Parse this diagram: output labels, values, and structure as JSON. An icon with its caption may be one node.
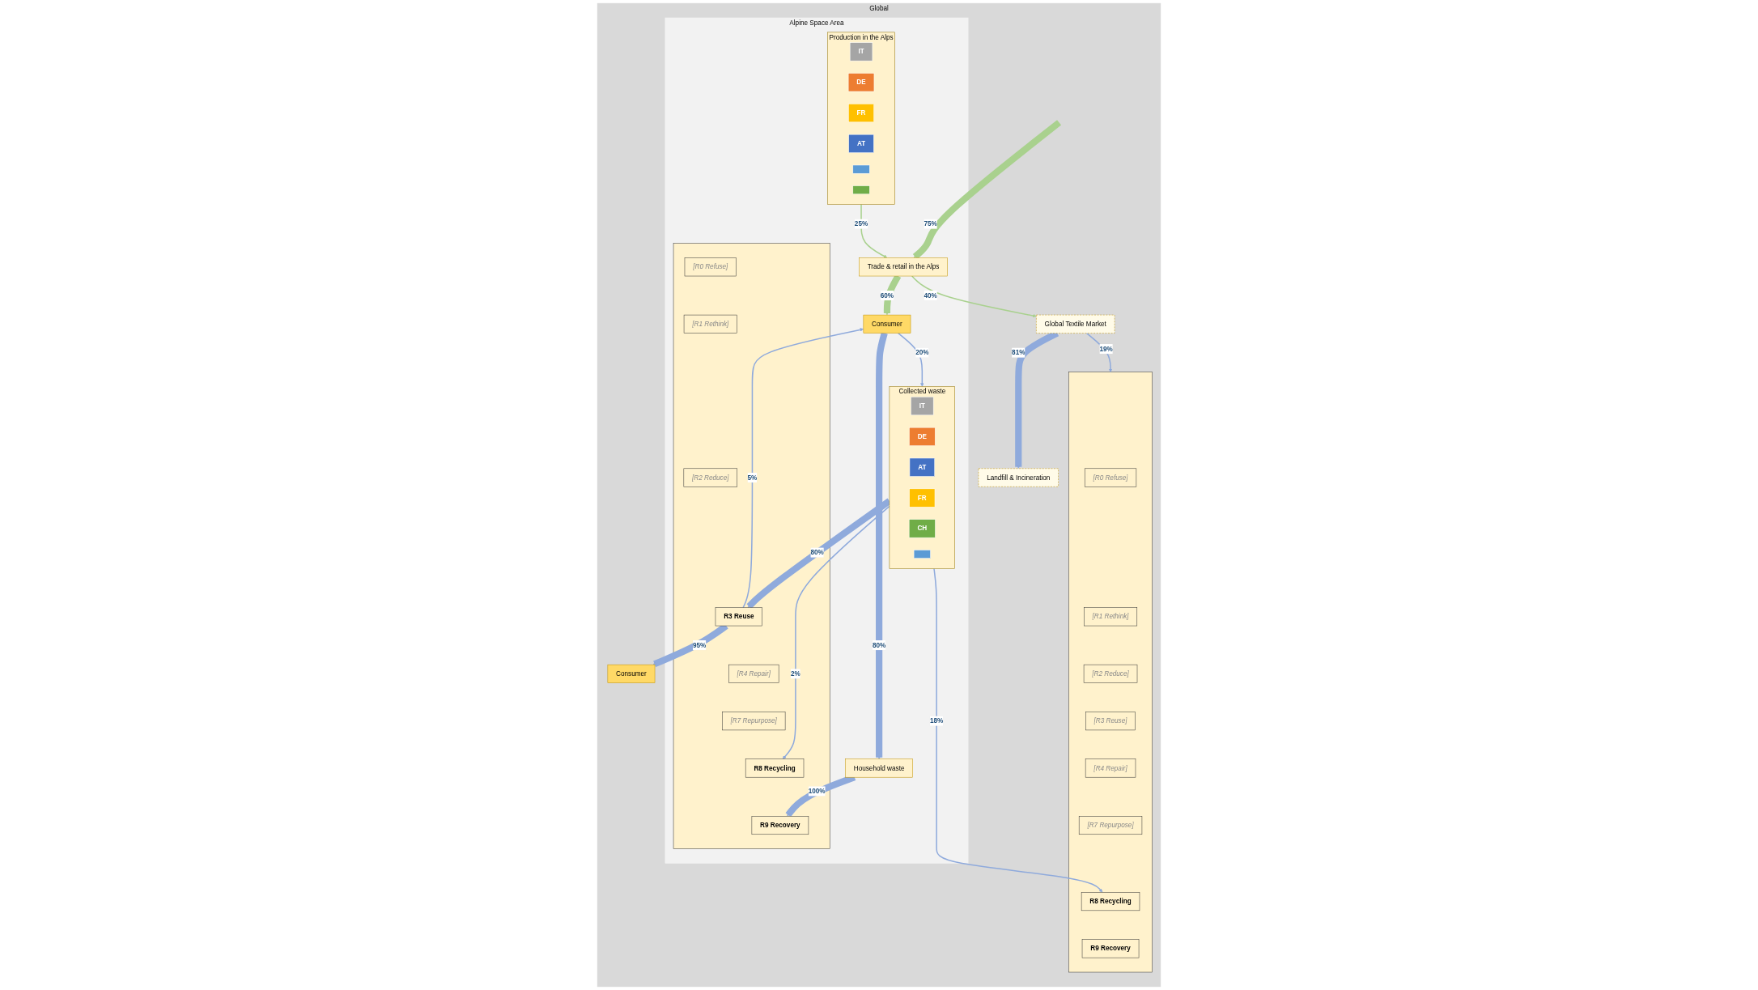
{
  "diagram": {
    "nodes": [
      {
        "text": [
          "Global"
        ]
      },
      {
        "text": [
          "Global Textile Market"
        ],
        "in": 0
      },
      {
        "text": [],
        "shape": "box",
        "in": 0
      },
      {
        "text": [
          "[R0 Refuse]"
        ],
        "in": 2
      },
      {
        "text": [
          "[R1 Rethink]"
        ],
        "in": 2
      },
      {
        "text": [
          "[R2 Reduce]"
        ],
        "in": 2
      },
      {
        "text": [
          "[R3 Reuse]"
        ],
        "in": 2
      },
      {
        "text": [
          "[R4 Repair]"
        ],
        "in": 2
      },
      {
        "text": [
          "[R7 Repurpose]"
        ],
        "in": 2
      },
      {
        "text": [
          "R8 Recycling"
        ],
        "in": 2
      },
      {
        "text": [
          "R9 Recovery"
        ],
        "in": 2
      },
      {
        "text": [
          "Alpine Space Area"
        ],
        "in": 0
      },
      {
        "text": [
          "Trade & retail in the Alps"
        ],
        "in": 11
      },
      {
        "text": [
          "Consumer"
        ],
        "in": 11
      },
      {
        "text": [
          "Collected waste"
        ],
        "in": 11
      },
      {
        "text": [
          "IT"
        ],
        "in": 14
      },
      {
        "text": [
          "DE"
        ],
        "in": 14
      },
      {
        "text": [
          "AT"
        ],
        "in": 14
      },
      {
        "text": [
          "FR"
        ],
        "in": 14
      },
      {
        "text": [
          "CH"
        ],
        "in": 14
      },
      {
        "text": [],
        "shape": "box",
        "in": 14
      },
      {
        "text": [
          "Household waste"
        ],
        "in": 11
      },
      {
        "text": [],
        "shape": "box",
        "in": 11
      },
      {
        "text": [
          "[R0 Refuse]"
        ],
        "in": 22
      },
      {
        "text": [
          "[R1 Rethink]"
        ],
        "in": 22
      },
      {
        "text": [
          "[R2 Reduce]"
        ],
        "in": 22
      },
      {
        "text": [
          "R3 Reuse"
        ],
        "in": 22
      },
      {
        "text": [
          "[R4 Repair]"
        ],
        "in": 22
      },
      {
        "text": [
          "[R7 Repurpose]"
        ],
        "in": 22
      },
      {
        "text": [
          "R8 Recycling"
        ],
        "in": 22
      },
      {
        "text": [
          "R9 Recovery"
        ],
        "in": 22
      },
      {
        "text": [
          "Consumer"
        ],
        "in": 0
      },
      {
        "text": [
          "Production in the Alps"
        ],
        "in": 11
      },
      {
        "text": [
          "IT"
        ],
        "in": 32
      },
      {
        "text": [
          "DE"
        ],
        "in": 32
      },
      {
        "text": [
          "FR"
        ],
        "in": 32
      },
      {
        "text": [
          "AT"
        ],
        "in": 32
      },
      {
        "text": [],
        "shape": "box",
        "in": 32
      },
      {
        "text": [],
        "shape": "box",
        "in": 32
      },
      {
        "text": [
          "Landfill & Incineration"
        ],
        "in": 0
      }
    ],
    "edges": [
      {
        "from": null,
        "to": 12,
        "arrow": "to",
        "label": "75%",
        "style": "thick",
        "color": "#a9d18e"
      },
      {
        "from": 32,
        "to": 12,
        "arrow": "to",
        "label": "25%",
        "color": "#a9d18e"
      },
      {
        "from": 12,
        "to": 13,
        "arrow": "to",
        "label": "60%",
        "style": "thick",
        "color": "#a9d18e"
      },
      {
        "from": 12,
        "to": 1,
        "arrow": "to",
        "label": "40%",
        "color": "#a9d18e"
      },
      {
        "from": 13,
        "to": 14,
        "arrow": "to",
        "label": "20%"
      },
      {
        "from": 13,
        "to": 21,
        "arrow": "to",
        "label": "80%",
        "style": "thick"
      },
      {
        "from": 14,
        "to": 26,
        "arrow": "to",
        "label": "80%",
        "style": "thick"
      },
      {
        "from": 14,
        "to": 29,
        "arrow": "to",
        "label": "2%"
      },
      {
        "from": 14,
        "to": 9,
        "arrow": "to",
        "label": "18%"
      },
      {
        "from": 21,
        "to": 30,
        "arrow": "to",
        "label": "100%",
        "style": "thick"
      },
      {
        "from": 26,
        "to": 31,
        "arrow": "to",
        "label": "95%",
        "style": "thick"
      },
      {
        "from": 26,
        "to": 13,
        "arrow": "to",
        "label": "5%"
      },
      {
        "from": 1,
        "to": 39,
        "arrow": "to",
        "label": "81%",
        "style": "thick"
      },
      {
        "from": 1,
        "to": 2,
        "arrow": "to",
        "label": "19%"
      }
    ]
  }
}
